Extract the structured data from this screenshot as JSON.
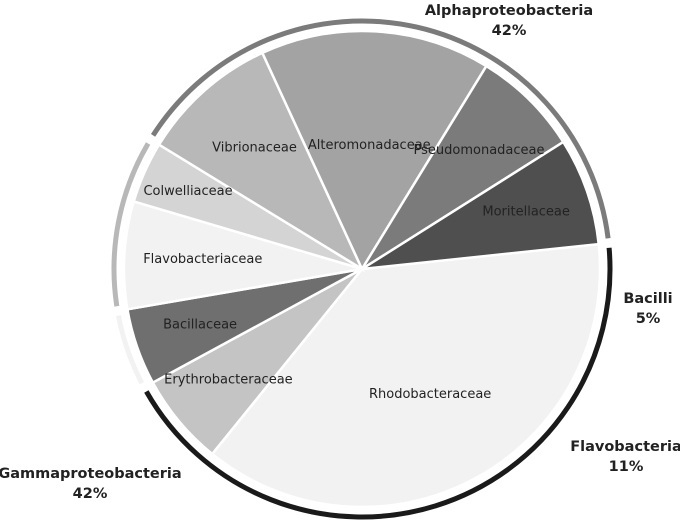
{
  "chart_data": {
    "type": "pie",
    "slices": [
      {
        "label": "Rhodobacteraceae",
        "value": 36,
        "color": "#f2f2f2"
      },
      {
        "label": "Erythrobacteraceae",
        "value": 6,
        "color": "#c4c4c4"
      },
      {
        "label": "Bacillaceae",
        "value": 5,
        "color": "#6f6f6f"
      },
      {
        "label": "Flavobacteriaceae",
        "value": 7,
        "color": "#f2f2f2"
      },
      {
        "label": "Colwelliaceae",
        "value": 4,
        "color": "#d4d4d4"
      },
      {
        "label": "Vibrionaceae",
        "value": 9,
        "color": "#b8b8b8"
      },
      {
        "label": "Alteromonadaceae",
        "value": 15,
        "color": "#a3a3a3"
      },
      {
        "label": "Pseudomonadaceae",
        "value": 7,
        "color": "#7b7b7b"
      },
      {
        "label": "Moritellaceae",
        "value": 7,
        "color": "#4f4f4f"
      }
    ],
    "groups": [
      {
        "name": "Alphaproteobacteria",
        "percent": "42%",
        "slices": [
          "Rhodobacteraceae",
          "Erythrobacteraceae"
        ],
        "ring_color": "#1a1a1a"
      },
      {
        "name": "Bacilli",
        "percent": "5%",
        "slices": [
          "Bacillaceae"
        ],
        "ring_color": "#f2f2f2"
      },
      {
        "name": "Flavobacteria",
        "percent": "11%",
        "slices": [
          "Flavobacteriaceae",
          "Colwelliaceae"
        ],
        "ring_color": "#b8b8b8"
      },
      {
        "name": "Gammaproteobacteria",
        "percent": "42%",
        "slices": [
          "Vibrionaceae",
          "Alteromonadaceae",
          "Pseudomonadaceae",
          "Moritellaceae"
        ],
        "ring_color": "#7b7b7b"
      }
    ],
    "title": "",
    "legend": "none"
  }
}
